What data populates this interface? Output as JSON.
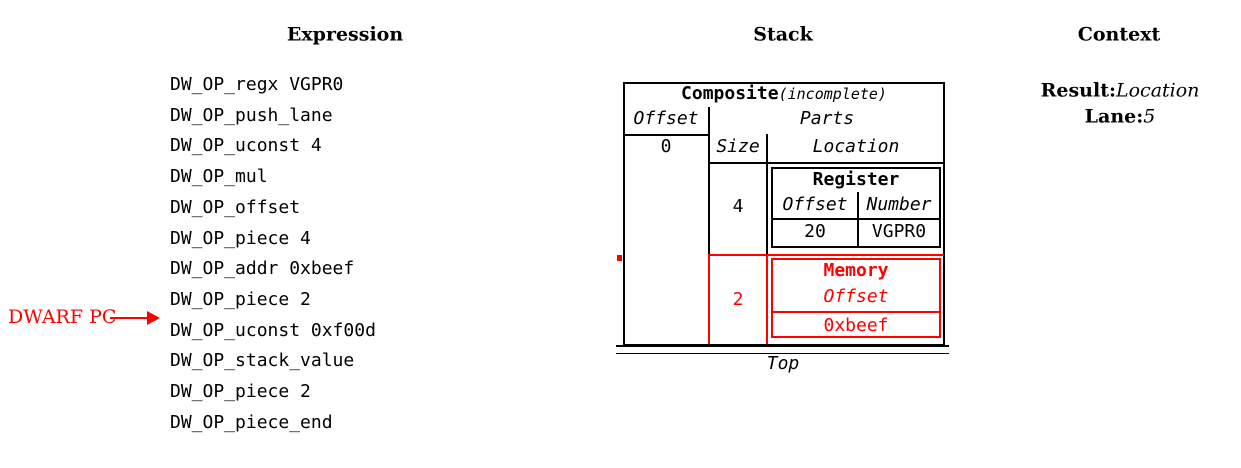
{
  "colors": {
    "red": "#ff0000",
    "foreground": "#000000",
    "background": "#ffffff"
  },
  "headers": {
    "expression": "Expression",
    "stack": "Stack",
    "context": "Context"
  },
  "expression": {
    "ops": [
      "DW_OP_regx VGPR0",
      "DW_OP_push_lane",
      "DW_OP_uconst 4",
      "DW_OP_mul",
      "DW_OP_offset",
      "DW_OP_piece 4",
      "DW_OP_addr 0xbeef",
      "DW_OP_piece 2",
      "DW_OP_uconst 0xf00d",
      "DW_OP_stack_value",
      "DW_OP_piece 2",
      "DW_OP_piece_end"
    ],
    "pc_label": "DWARF PC",
    "pc_target_index": 8
  },
  "stack": {
    "composite": {
      "title": "Composite",
      "qualifier": "(incomplete)",
      "offset_header": "Offset",
      "offset_value": "0",
      "parts_header": "Parts",
      "size_header": "Size",
      "location_header": "Location",
      "parts": [
        {
          "size": "4",
          "highlight": false,
          "location": {
            "type": "Register",
            "columns": [
              "Offset",
              "Number"
            ],
            "values": [
              "20",
              "VGPR0"
            ]
          }
        },
        {
          "size": "2",
          "highlight": true,
          "location": {
            "type": "Memory",
            "columns": [
              "Offset"
            ],
            "values": [
              "0xbeef"
            ]
          }
        }
      ]
    },
    "top_label": "Top"
  },
  "context": {
    "result_label": "Result:",
    "result_value": "Location",
    "lane_label": "Lane:",
    "lane_value": "5"
  }
}
